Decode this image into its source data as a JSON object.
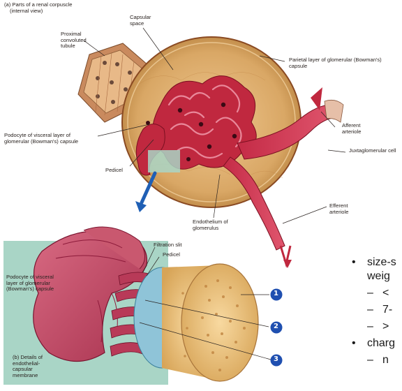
{
  "figure": {
    "part_a_title": "(a) Parts of  a renal corpuscle",
    "part_a_subtitle": "(internal view)",
    "labels_a": {
      "capsular_space": "Capsular space",
      "proximal_tubule": "Proximal convoluted tubule",
      "parietal_layer": "Parietal layer of glomerular (Bowman's) capsule",
      "podocyte_visceral": "Podocyte of visceral layer of glomerular (Bowman's) capsule",
      "afferent": "Afferent arteriole",
      "juxtaglomerular": "Juxtaglomerular cell",
      "pedicel": "Pedicel",
      "endothelium": "Endothelium of glomerulus",
      "efferent": "Efferent arteriole"
    },
    "labels_b": {
      "filtration_slit": "Filtration slit",
      "pedicel": "Pedicel",
      "podocyte": "Podocyte of  visceral layer of glomerular (Bowman's) capsule",
      "part_b_caption": "(b) Details of endothelial-capsular membrane"
    },
    "numbered_markers": [
      "1",
      "2",
      "3"
    ]
  },
  "bullets": {
    "item1_line1": "size-s",
    "item1_line2": "weig",
    "sub1": "<",
    "sub2": "7-",
    "sub3": ">",
    "item2": "charg",
    "sub4": "n"
  },
  "colors": {
    "tissue_red": "#b8243a",
    "tissue_dark": "#8c1226",
    "capsule_tan": "#d8a86a",
    "teal_bg": "#a9d5c6",
    "arrow_blue": "#1f5fb5",
    "marker_blue": "#1f4fb0"
  }
}
